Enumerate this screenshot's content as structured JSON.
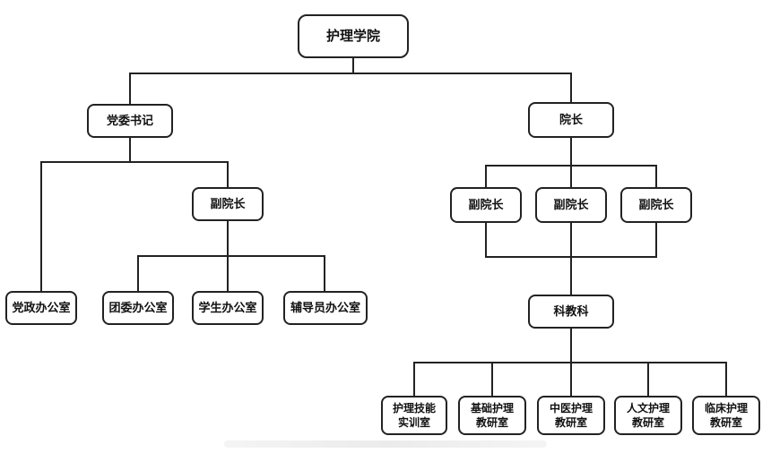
{
  "nodes": {
    "root": "护理学院",
    "party_secretary": "党委书记",
    "dean": "院长",
    "vice_dean_left": "副院长",
    "vice_dean_r1": "副院长",
    "vice_dean_r2": "副院长",
    "vice_dean_r3": "副院长",
    "party_office": "党政办公室",
    "youth_league_office": "团委办公室",
    "student_office": "学生办公室",
    "counselor_office": "辅导员办公室",
    "research_education": "科教科",
    "nursing_skills_l1": "护理技能",
    "nursing_skills_l2": "实训室",
    "basic_nursing_l1": "基础护理",
    "basic_nursing_l2": "教研室",
    "tcm_nursing_l1": "中医护理",
    "tcm_nursing_l2": "教研室",
    "humanistic_nursing_l1": "人文护理",
    "humanistic_nursing_l2": "教研室",
    "clinical_nursing_l1": "临床护理",
    "clinical_nursing_l2": "教研室"
  }
}
